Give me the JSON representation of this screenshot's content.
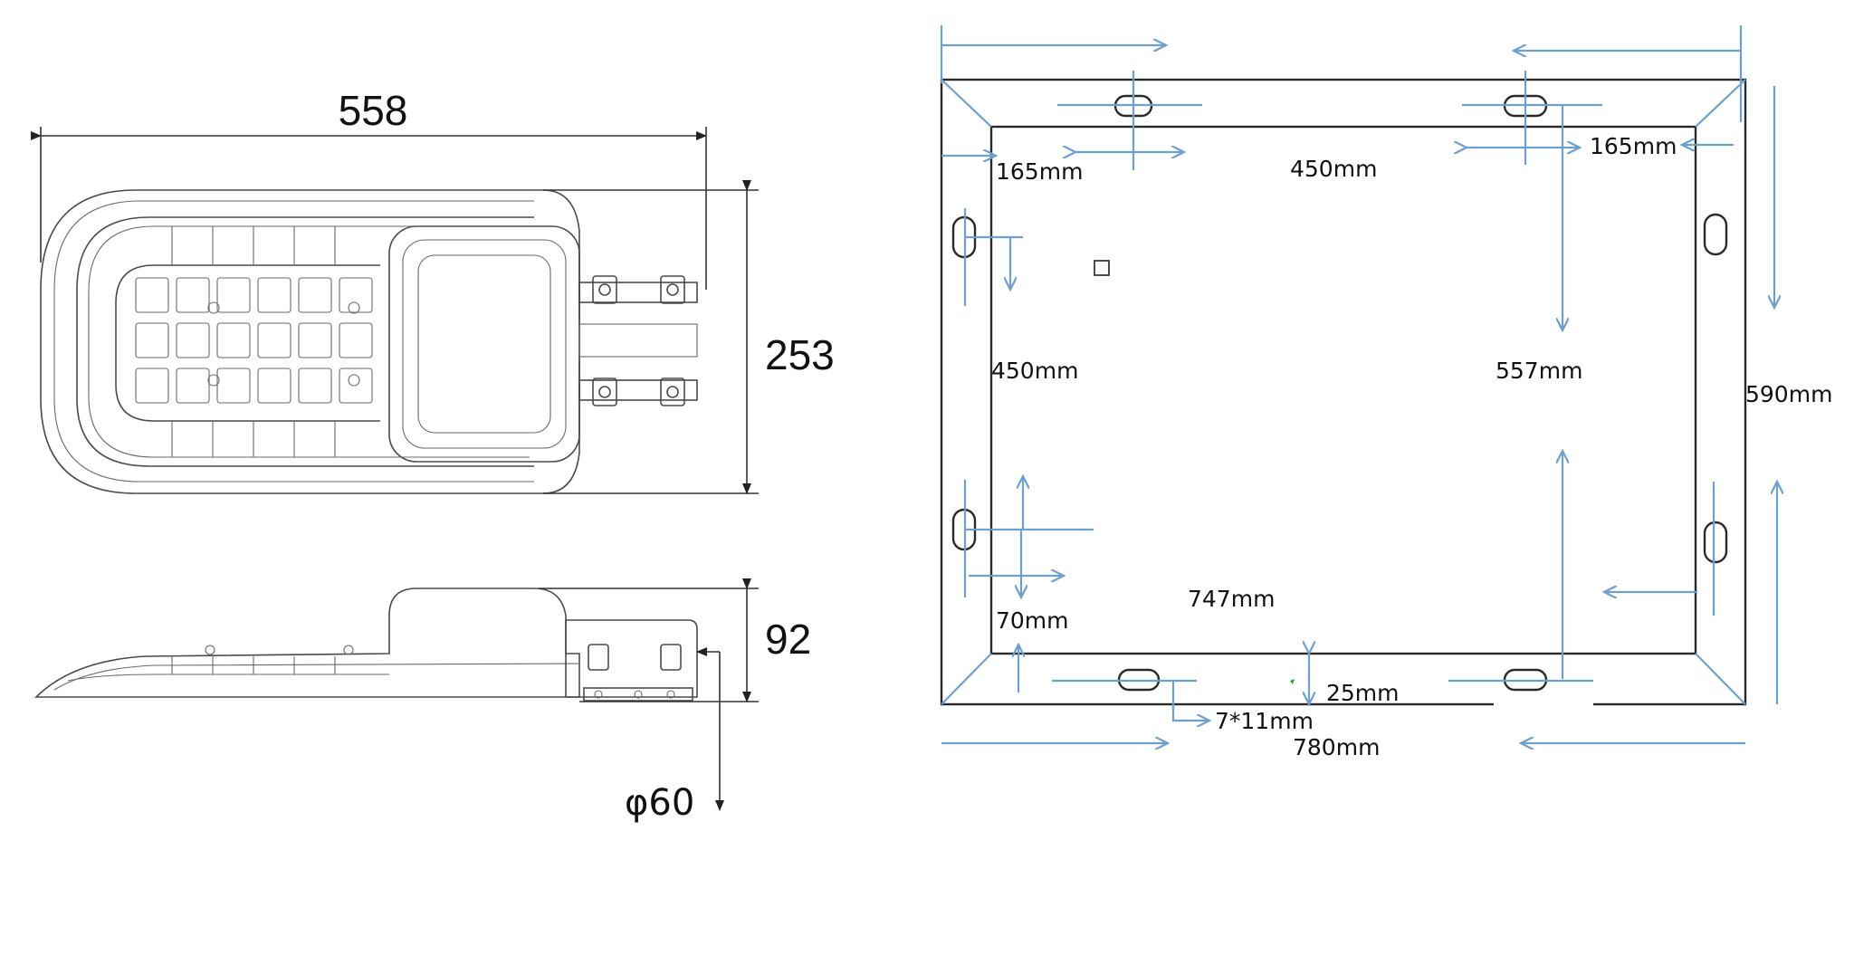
{
  "lamp": {
    "top_view": {
      "length": "558",
      "width": "253"
    },
    "side_view": {
      "height": "92",
      "pole": "φ60"
    }
  },
  "plate": {
    "slot_offset_top_left": "165mm",
    "slot_offset_top_right": "165mm",
    "top_slot_spacing": "450mm",
    "left_slot_spacing": "450mm",
    "inner_height": "557mm",
    "outer_height": "590mm",
    "slot_offset_bottom": "70mm",
    "inner_width": "747mm",
    "edge_margin": "25mm",
    "slot_size": "7*11mm",
    "outer_width": "780mm"
  },
  "colors": {
    "dimension_blue": "#6d9fd0",
    "line": "#2a2a2a"
  }
}
